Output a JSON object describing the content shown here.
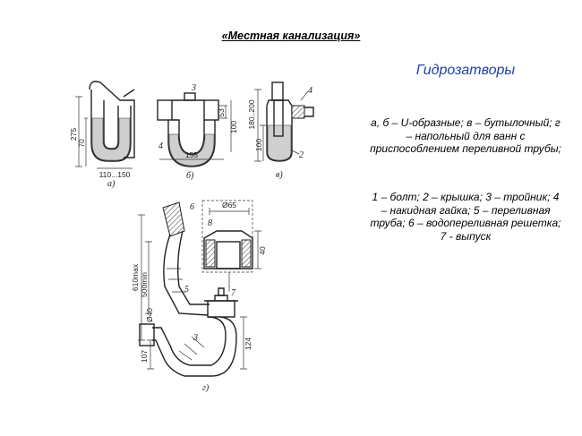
{
  "page": {
    "title": "«Местная канализация»",
    "section_title": "Гидрозатворы",
    "caption_types": "а, б – U-образные; в – бутылочный; г – напольный для ванн с приспособлением переливной трубы;",
    "caption_parts": "1 – болт; 2 – крышка; 3 – тройник; 4 – накидная гайка; 5 – переливная труба; 6 – водопереливная решетка; 7 - выпуск"
  },
  "figure": {
    "a": {
      "letter": "а)",
      "dim_275": "275",
      "dim_70": "70",
      "dim_width": "110...150"
    },
    "b": {
      "letter": "б)",
      "dim_53": "53",
      "dim_100": "100",
      "dim_155": "155",
      "num_3": "3",
      "num_4": "4"
    },
    "c": {
      "letter": "в)",
      "dim_range": "180..200",
      "dim_100": "100",
      "num_4": "4",
      "num_2": "2"
    },
    "d": {
      "letter": "г)",
      "dim_610": "610max",
      "dim_500": "500min",
      "dim_d40": "Ø40",
      "dim_107": "107",
      "dim_d65": "Ø65",
      "dim_40": "40",
      "dim_124": "124",
      "num_6": "6",
      "num_5": "5",
      "num_3": "3",
      "num_8": "8",
      "num_7": "7"
    }
  }
}
